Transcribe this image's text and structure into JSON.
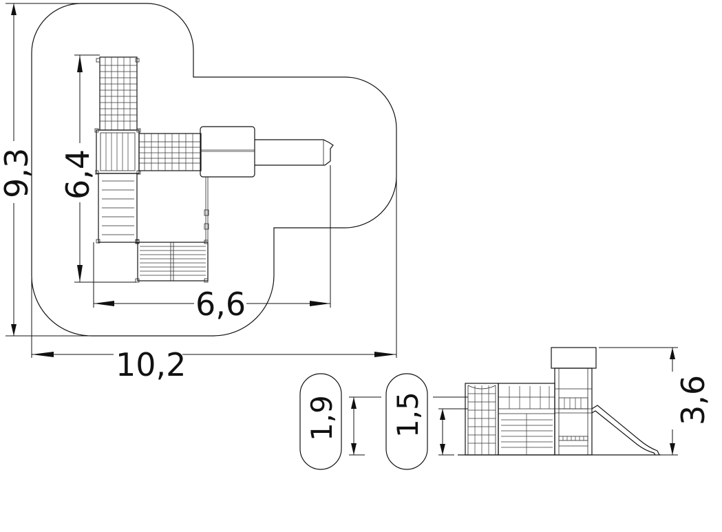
{
  "dimensions": {
    "overall_height": "9,3",
    "overall_width": "10,2",
    "structure_height": "6,4",
    "structure_width": "6,6",
    "total_height": "3,6",
    "platform_height_high": "1,9",
    "platform_height_low": "1,5"
  },
  "colors": {
    "line": "#111111",
    "background": "#ffffff"
  }
}
